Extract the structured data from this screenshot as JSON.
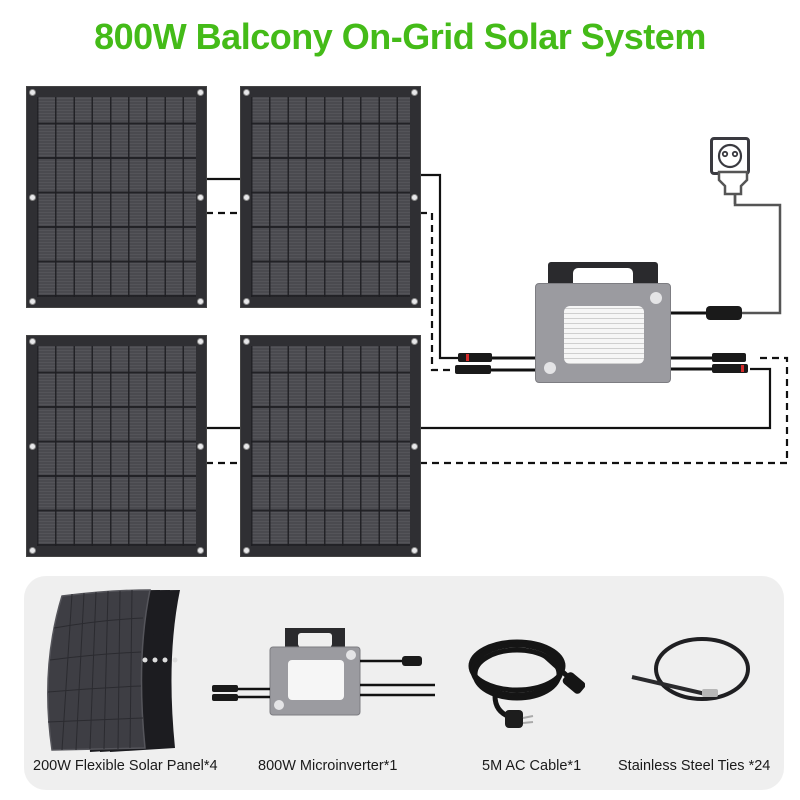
{
  "title": "800W Balcony On-Grid Solar System",
  "colors": {
    "title_green": "#44bb18",
    "panel_dark": "#2f2f33",
    "inverter_gray": "#9b9ba0",
    "wire_black": "#111111",
    "bottom_box_bg": "#efefef"
  },
  "diagram": {
    "panels": [
      {
        "name": "solar-panel-top-left"
      },
      {
        "name": "solar-panel-top-right"
      },
      {
        "name": "solar-panel-bottom-left"
      },
      {
        "name": "solar-panel-bottom-right"
      }
    ],
    "inverter": {
      "name": "microinverter"
    },
    "outlet": {
      "name": "wall-socket-plug-icon"
    },
    "wire_styles": [
      "solid",
      "dashed"
    ]
  },
  "components": [
    {
      "label": "200W Flexible Solar Panel*4",
      "icon": "flexible-solar-panel-stack"
    },
    {
      "label": "800W Microinverter*1",
      "icon": "microinverter"
    },
    {
      "label": "5M AC Cable*1",
      "icon": "ac-cable-coil"
    },
    {
      "label": "Stainless Steel Ties *24",
      "icon": "steel-cable-tie"
    }
  ]
}
